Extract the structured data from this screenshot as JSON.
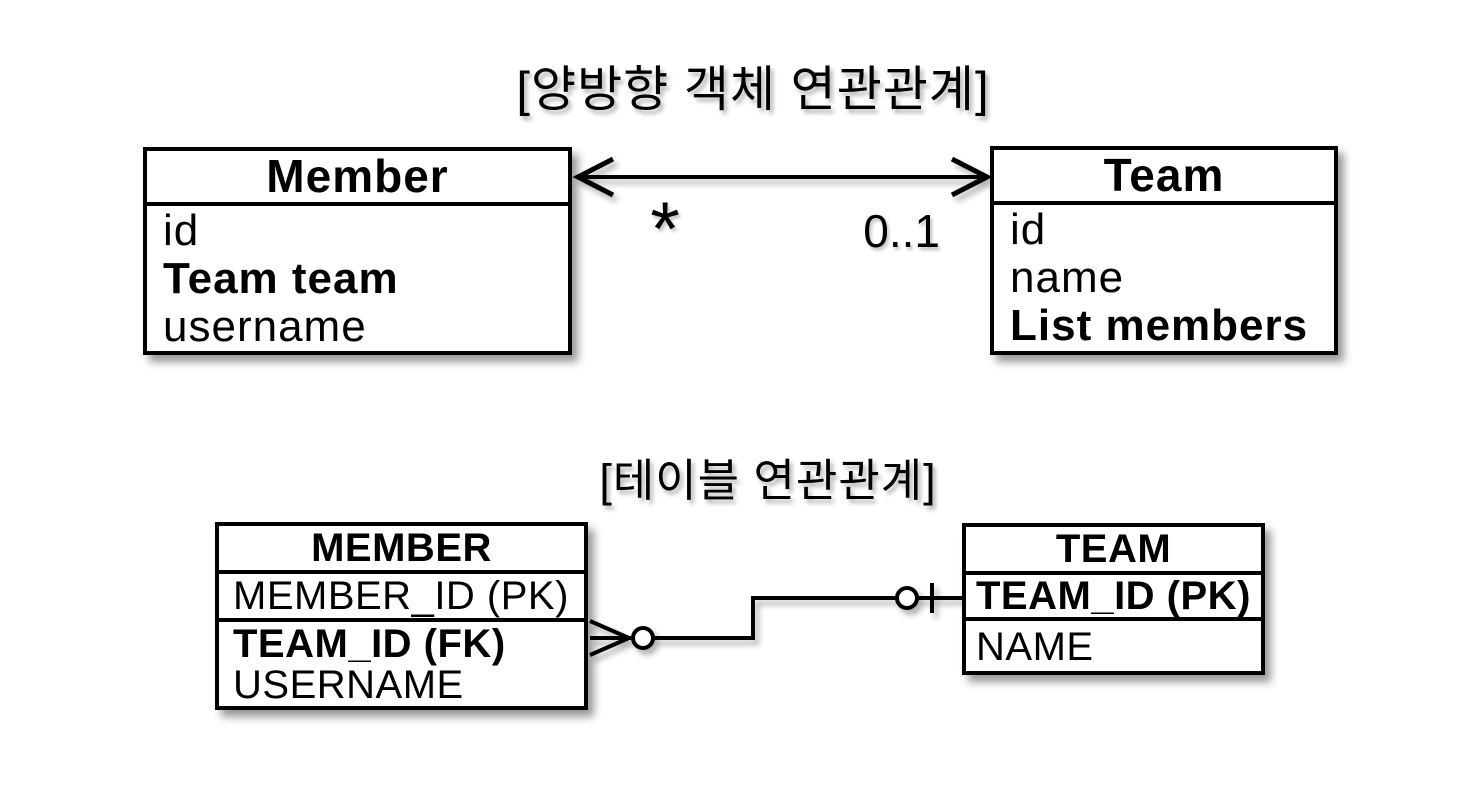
{
  "colors": {
    "line": "#000000",
    "background": "#ffffff",
    "text": "#000000"
  },
  "object_diagram": {
    "title": "[양방향 객체 연관관계]",
    "member_class": {
      "name": "Member",
      "fields": [
        {
          "text": "id"
        },
        {
          "text": "Team team"
        },
        {
          "text": "username"
        }
      ]
    },
    "team_class": {
      "name": "Team",
      "fields": [
        {
          "text": "id"
        },
        {
          "text": "name"
        },
        {
          "text": "List members"
        }
      ]
    },
    "association": {
      "style": "bidirectional-open-arrow",
      "member_side_multiplicity": "*",
      "team_side_multiplicity": "0..1"
    }
  },
  "table_diagram": {
    "title": "[테이블 연관관계]",
    "member_table": {
      "name": "MEMBER",
      "columns": [
        {
          "text": "MEMBER_ID (PK)"
        },
        {
          "text": "TEAM_ID (FK)"
        },
        {
          "text": "USERNAME"
        }
      ]
    },
    "team_table": {
      "name": "TEAM",
      "columns": [
        {
          "text": "TEAM_ID (PK)"
        },
        {
          "text": "NAME"
        }
      ]
    },
    "relationship": {
      "member_side_notation": "zero-or-many-crow-foot",
      "team_side_notation": "zero-or-one-circle-bar"
    }
  }
}
